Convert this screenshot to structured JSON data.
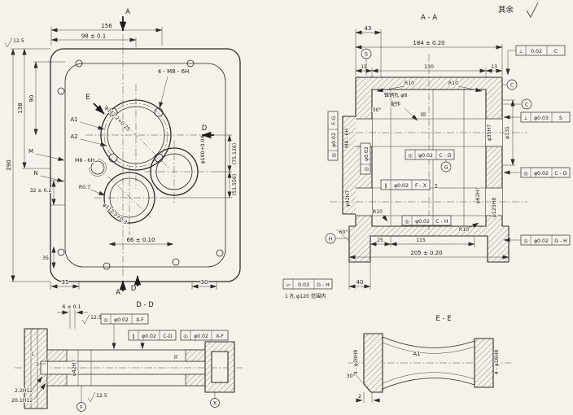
{
  "sheet": {
    "background": "#f5f2ea",
    "ink": "#2b2b2b"
  },
  "corner_note": {
    "other_surfaces": "其余"
  },
  "front": {
    "sec_a_top": "A",
    "sec_e": "E",
    "sec_d_right": "D",
    "sec_a_bottom": "A",
    "sec_d_bottom": "D",
    "dim_156": "156",
    "dim_98": "98 ± 0.1",
    "surf_125": "12.5",
    "dim_290": "290",
    "dim_138": "138",
    "dim_90": "90",
    "callout_4m8": "4 - M8 - 6H",
    "lbl_a1": "A1",
    "lbl_a2": "A2",
    "lbl_m": "M",
    "lbl_n": "N",
    "callout_m8": "M8 - 6H",
    "dim_32": "32 ± 0.2",
    "dim_phi112a": "φ112.2+0.25",
    "dim_phi112b": "φ112.5+0.3",
    "dim_r07": "R0.7",
    "dim_phi100": "φ100+0.04",
    "dim_75126": "(75.126)",
    "dim_51556": "(51.556)",
    "dim_66": "66 ± 0.10",
    "dim_35_left": "35",
    "dim_35_bottom": "35",
    "dim_30_bottom": "30"
  },
  "aa": {
    "title": "A - A",
    "dim_43": "43",
    "dim_184": "184 ± 0.20",
    "dim_15": "15",
    "dim_130": "130",
    "dim_13": "13",
    "r10_tl": "R10",
    "r10_tr": "R10",
    "r10_bl": "R10",
    "r10_br": "R10",
    "datum_s": "S",
    "datum_c1": "C",
    "datum_c2": "C",
    "datum_g": "G",
    "datum_h": "H",
    "note_pin_line1": "锥销孔 φ8",
    "note_pin_line2": "配作",
    "lbl_iii": "III",
    "lbl_1": "1",
    "dim_30deg": "30°",
    "dim_60deg": "60°",
    "callout_m8": "M8 - 6H",
    "dim_phi42": "φ42H7",
    "dim_phi35": "φ35H7",
    "dim_phi131": "φ131",
    "dim_phi62": "φ62H7",
    "dim_phi125": "φ125H8",
    "dim_25": "25",
    "dim_115": "115",
    "dim_205": "205 ± 0.20",
    "dim_40": "40",
    "fcf_perp_c": {
      "sym": "⊥",
      "tol": "0.02",
      "ref": "C"
    },
    "fcf_perp_s": {
      "sym": "⊥",
      "tol": "φ0.03",
      "ref": "S"
    },
    "fcf_fg": {
      "sym": "◎",
      "tol": "φ0.02",
      "ref": "F-G"
    },
    "fcf_small": {
      "sym": "◎",
      "tol": "φ0.02"
    },
    "fcf_cd_mid": {
      "sym": "◎",
      "tol": "φ0.02",
      "ref": "C - D"
    },
    "fcf_fx": {
      "sym": "∥",
      "tol": "φ0.02",
      "ref": "F - X"
    },
    "fcf_ch": {
      "sym": "◎",
      "tol": "φ0.02",
      "ref": "C - H"
    },
    "fcf_cd_right": {
      "sym": "◎",
      "tol": "φ0.02",
      "ref": "C - D"
    },
    "fcf_gh_right": {
      "sym": "◎",
      "tol": "φ0.02",
      "ref": "G - H"
    },
    "note_flatness": {
      "sym": "▱",
      "tol": "0.03",
      "ref": "G - H"
    },
    "note_flatness_sub": "1 孔 φ120 范围内"
  },
  "dd": {
    "title": "D - D",
    "dim_6": "6 ± 0.1",
    "surf_125_top": "12.5",
    "surf_125_bottom": "12.5",
    "fcf_xf_top": {
      "sym": "◎",
      "tol": "φ0.02",
      "ref": "X-F"
    },
    "fcf_cd": {
      "sym": "∥",
      "tol": "φ0.02",
      "ref": "C-D"
    },
    "fcf_xf": {
      "sym": "◎",
      "tol": "φ0.02",
      "ref": "X-F"
    },
    "dim_1": "1",
    "dim_3": "3",
    "dim_phi42": "φ42H7",
    "lbl_ii": "II",
    "dim_22h12": "2.2H12",
    "dim_201h12": "20.1H12",
    "datum_f": "F",
    "datum_x": "X"
  },
  "ee": {
    "title": "E - E",
    "lbl_a1": "A1",
    "dim_4phi20": "4 - φ20H8",
    "dim_4phi16": "4 - φ16H8",
    "dim_30deg": "30°",
    "dim_2": "2"
  }
}
